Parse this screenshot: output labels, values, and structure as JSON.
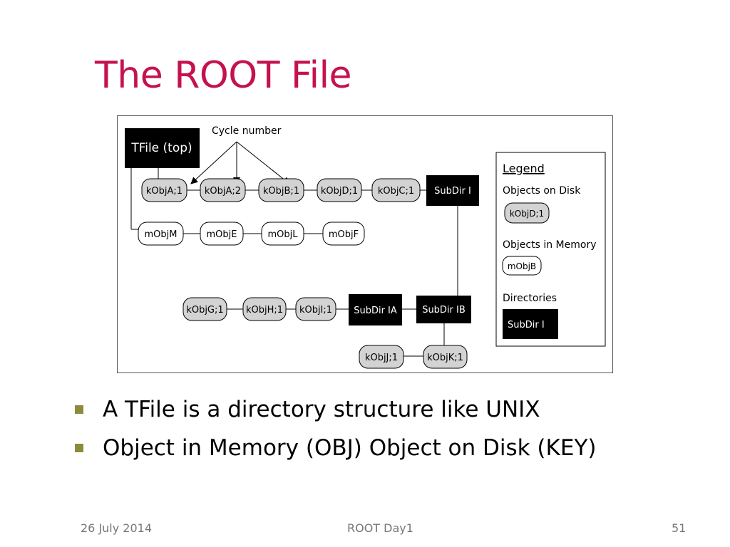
{
  "slide": {
    "title": "The ROOT File"
  },
  "diagram": {
    "top_file": "TFile (top)",
    "cycle_label": "Cycle number",
    "disk_objects_row1": [
      "kObjA;1",
      "kObjA;2",
      "kObjB;1",
      "kObjD;1",
      "kObjC;1"
    ],
    "subdir_1": "SubDir I",
    "memory_objects_row": [
      "mObjM",
      "mObjE",
      "mObjL",
      "mObjF"
    ],
    "disk_objects_row3": [
      "kObjG;1",
      "kObjH;1",
      "kObjI;1"
    ],
    "subdir_1a": "SubDir IA",
    "subdir_1b": "SubDir IB",
    "disk_objects_row4": [
      "kObjJ;1",
      "kObjK;1"
    ],
    "legend": {
      "title": "Legend",
      "disk_label": "Objects on Disk",
      "disk_example": "kObjD;1",
      "memory_label": "Objects in Memory",
      "memory_example": "mObjB",
      "dir_label": "Directories",
      "dir_example": "SubDir I"
    },
    "colors": {
      "disk_fill": "#d3d3d3",
      "memory_fill": "#ffffff",
      "directory_fill": "#000000"
    }
  },
  "bullets": [
    "A TFile is a directory structure like UNIX",
    "Object in Memory (OBJ) Object on Disk (KEY)"
  ],
  "footer": {
    "date": "26 July 2014",
    "center": "ROOT Day1",
    "page": "51"
  },
  "colors": {
    "title": "#c5124f",
    "bullet_marker": "#8b8b3a",
    "footer_text": "#777777"
  }
}
